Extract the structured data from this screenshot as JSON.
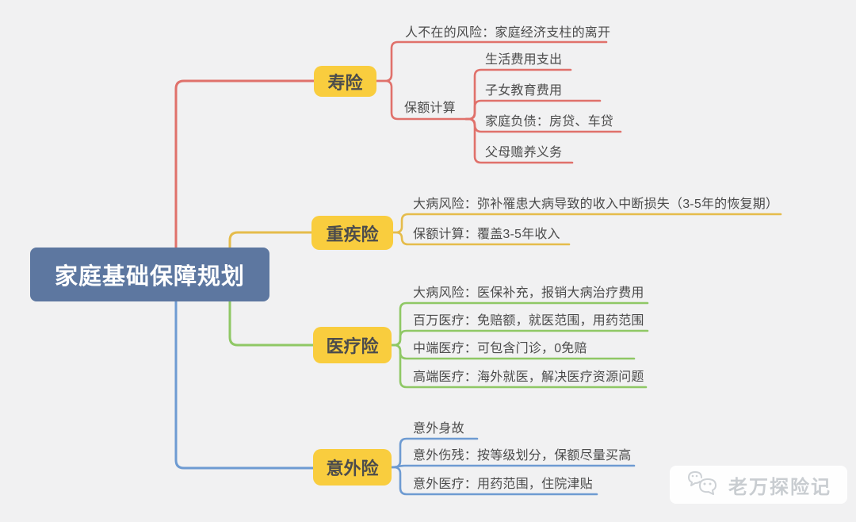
{
  "canvas": {
    "bg": "#f1f1f2"
  },
  "root": {
    "label": "家庭基础保障规划",
    "bg": "#5d77a0",
    "text_color": "#ffffff"
  },
  "node_style": {
    "branch_bg": "#f9cd3e",
    "branch_text": "#4c4c4c",
    "leaf_text": "#4b4b4b"
  },
  "branches": [
    {
      "label": "寿险",
      "color": "#e0716b",
      "children": [
        {
          "label": "人不在的风险：家庭经济支柱的离开"
        },
        {
          "label": "保额计算",
          "children": [
            {
              "label": "生活费用支出"
            },
            {
              "label": "子女教育费用"
            },
            {
              "label": "家庭负债：房贷、车贷"
            },
            {
              "label": "父母赡养义务"
            }
          ]
        }
      ]
    },
    {
      "label": "重疾险",
      "color": "#e5bc4b",
      "children": [
        {
          "label": "大病风险：弥补罹患大病导致的收入中断损失（3-5年的恢复期）"
        },
        {
          "label": "保额计算：覆盖3-5年收入"
        }
      ]
    },
    {
      "label": "医疗险",
      "color": "#8fc865",
      "children": [
        {
          "label": "大病风险：医保补充，报销大病治疗费用"
        },
        {
          "label": "百万医疗：免赔额，就医范围，用药范围"
        },
        {
          "label": "中端医疗：可包含门诊，0免赔"
        },
        {
          "label": "高端医疗：海外就医，解决医疗资源问题"
        }
      ]
    },
    {
      "label": "意外险",
      "color": "#6e9bd2",
      "children": [
        {
          "label": "意外身故"
        },
        {
          "label": "意外伤残：按等级划分，保额尽量买高"
        },
        {
          "label": "意外医疗：用药范围，住院津贴"
        }
      ]
    }
  ],
  "watermark": {
    "label": "老万探险记",
    "icon": "wechat-icon",
    "bg": "#ffffff",
    "text_color": "#c9cdd1"
  }
}
